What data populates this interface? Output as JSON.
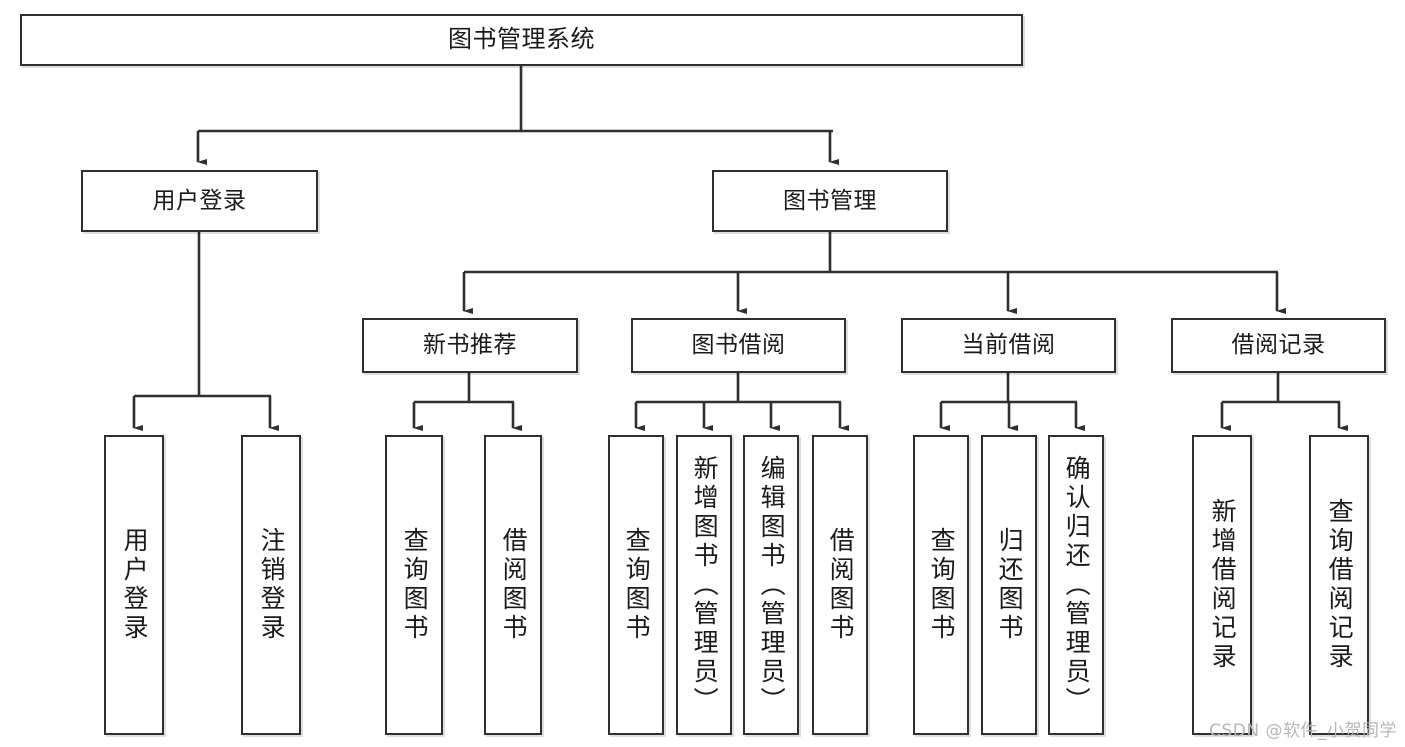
{
  "diagram": {
    "title": "图书管理系统",
    "type": "hierarchy-tree",
    "levels": 4,
    "root": {
      "label": "图书管理系统"
    },
    "level2": [
      {
        "label": "用户登录"
      },
      {
        "label": "图书管理"
      }
    ],
    "level3": [
      {
        "label": "新书推荐",
        "parent": "图书管理"
      },
      {
        "label": "图书借阅",
        "parent": "图书管理"
      },
      {
        "label": "当前借阅",
        "parent": "图书管理"
      },
      {
        "label": "借阅记录",
        "parent": "图书管理"
      }
    ],
    "leaves": [
      {
        "label": "用户登录",
        "parent": "用户登录"
      },
      {
        "label": "注销登录",
        "parent": "用户登录"
      },
      {
        "label": "查询图书",
        "parent": "新书推荐"
      },
      {
        "label": "借阅图书",
        "parent": "新书推荐"
      },
      {
        "label": "查询图书",
        "parent": "图书借阅"
      },
      {
        "label": "新增图书（管理员）",
        "parent": "图书借阅"
      },
      {
        "label": "编辑图书（管理员）",
        "parent": "图书借阅"
      },
      {
        "label": "借阅图书",
        "parent": "图书借阅"
      },
      {
        "label": "查询图书",
        "parent": "当前借阅"
      },
      {
        "label": "归还图书",
        "parent": "当前借阅"
      },
      {
        "label": "确认归还（管理员）",
        "parent": "当前借阅"
      },
      {
        "label": "新增借阅记录",
        "parent": "借阅记录"
      },
      {
        "label": "查询借阅记录",
        "parent": "借阅记录"
      }
    ]
  },
  "watermark": {
    "text": "CSDN @软件_小贺同学"
  },
  "colors": {
    "stroke": "#2f2f2f",
    "fill": "#ffffff",
    "text": "#1a1a1a",
    "watermark": "#b6b6b6"
  }
}
